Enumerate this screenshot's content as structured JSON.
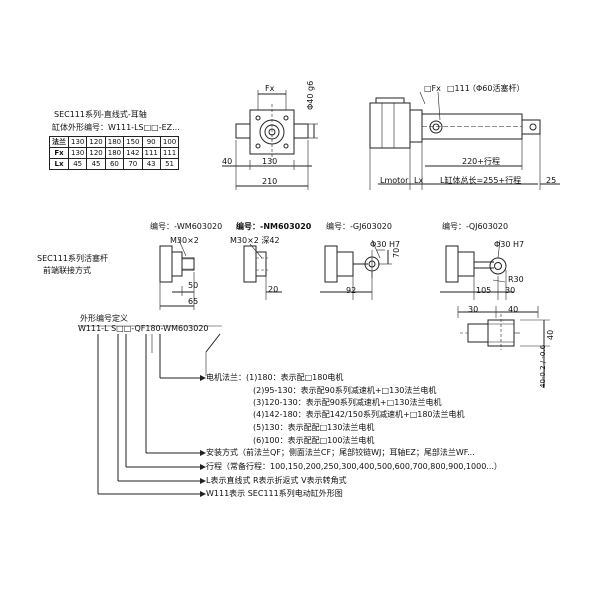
{
  "header": {
    "series_title": "SEC111系列-直线式-耳轴",
    "code_label": "缸体外形编号：W111-LS□□-EZ...",
    "table": {
      "rows": [
        {
          "label": "法兰",
          "values": [
            "130",
            "120",
            "180",
            "150",
            "90",
            "100"
          ]
        },
        {
          "label": "Fx",
          "values": [
            "130",
            "120",
            "180",
            "142",
            "111",
            "111"
          ]
        },
        {
          "label": "Lx",
          "values": [
            "45",
            "45",
            "60",
            "70",
            "43",
            "51"
          ]
        }
      ]
    }
  },
  "top_view": {
    "fx": "Fx",
    "d40": "Φ40 g6",
    "dim_40": "40",
    "dim_130": "130",
    "dim_210": "210"
  },
  "side_view": {
    "fx_sq": "□Fx",
    "sq111": "□111",
    "piston": "（Φ60活塞杆）",
    "stroke220": "220+行程",
    "lmotor": "Lmotor",
    "lx": "Lx",
    "l_total": "L缸体总长=255+行程",
    "dim_25": "25"
  },
  "rod_section": {
    "title_line1": "SEC111系列活塞杆",
    "title_line2": "前端联接方式",
    "ends": [
      {
        "code": "编号：-WM603020",
        "thread": "M30×2",
        "dims": [
          "50",
          "65"
        ]
      },
      {
        "code": "编号：-NM603020",
        "thread": "M30×2 深42",
        "dims": [
          "20"
        ]
      },
      {
        "code": "编号：-GJ603020",
        "thread": "Φ30 H7",
        "dims": [
          "70",
          "92"
        ]
      },
      {
        "code": "编号：-QJ603020",
        "thread": "Φ30 H7",
        "dims": [
          "R30",
          "105",
          "30"
        ]
      }
    ],
    "bracket": {
      "dims": [
        "30",
        "40",
        "40",
        "40-0.2 / -0.6"
      ]
    }
  },
  "definition": {
    "title": "外形编号定义",
    "code": "W111-L S□□-QF180-WM603020",
    "motor_flange": "电机法兰：(1)180：表示配□180电机",
    "flange_options": [
      "(2)95-130：表示配90系列减速机+□130法兰电机",
      "(3)120-130：表示配90系列减速机+□130法兰电机",
      "(4)142-180：表示配142/150系列减速机+□180法兰电机",
      "(5)130：表示配配□130法兰电机",
      "(6)100：表示配配□100法兰电机"
    ],
    "mount": "安装方式（前法兰QF；侧面法兰CF；尾部铰链WJ；耳轴EZ；尾部法兰WF...",
    "stroke": "行程（常备行程：100,150,200,250,300,400,500,600,700,800,900,1000...）",
    "type": "L表示直线式 R表示折返式 V表示转角式",
    "series": "W111表示 SEC111系列电动缸外形图"
  }
}
